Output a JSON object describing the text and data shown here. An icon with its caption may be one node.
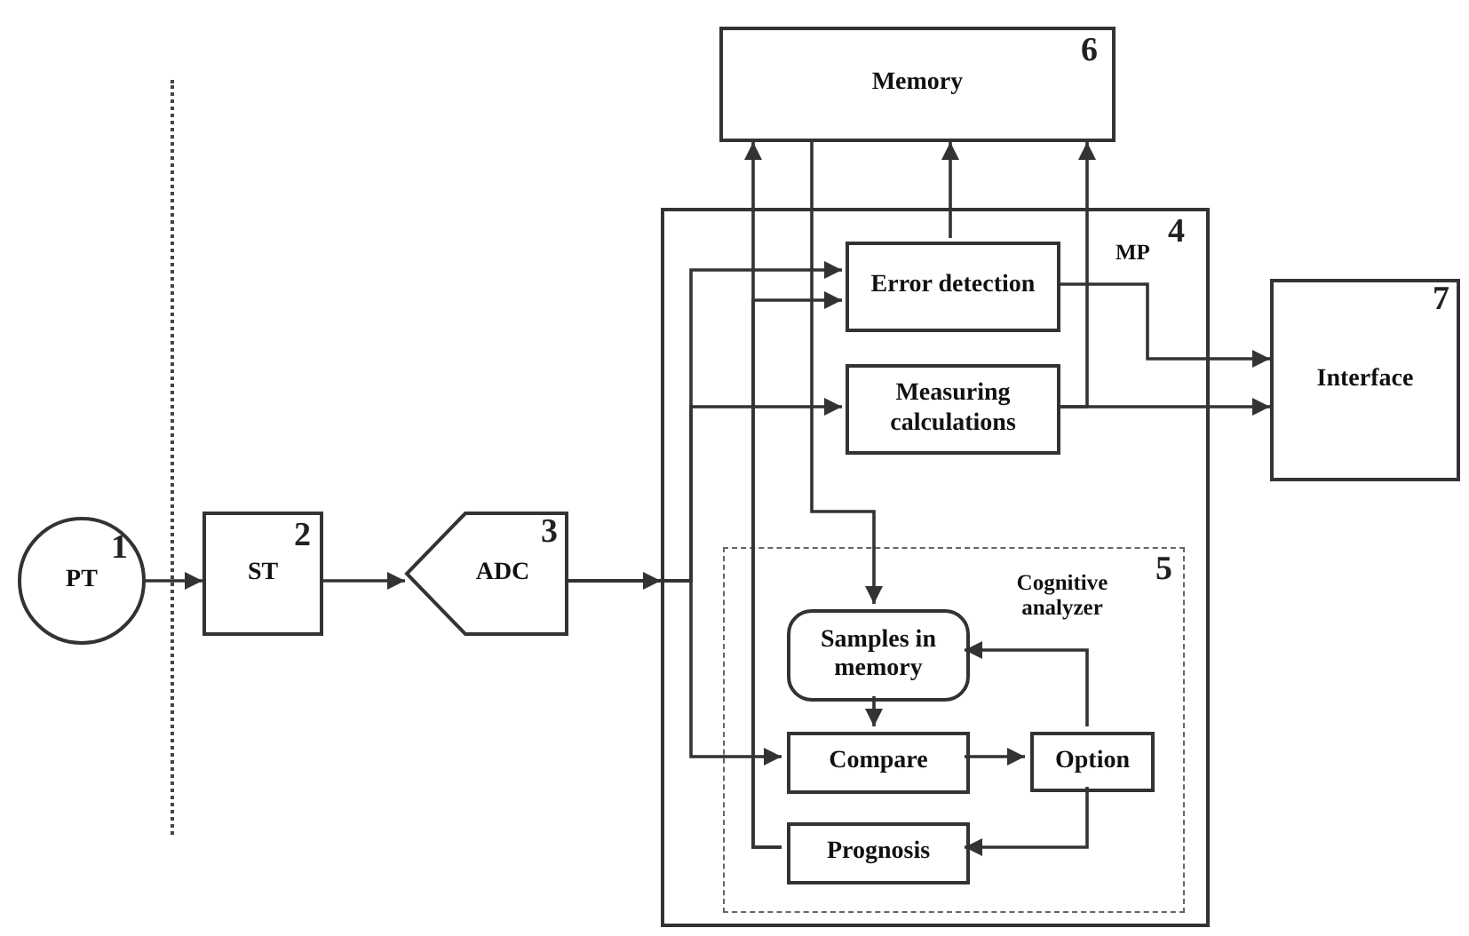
{
  "diagram": {
    "nodes": [
      {
        "text": [
          "PT",
          "1"
        ]
      },
      {
        "text": [
          "ST",
          "2"
        ]
      },
      {
        "text": [
          "ADC",
          "3"
        ]
      },
      {
        "text": [
          "Memory",
          "6"
        ]
      },
      {
        "text": [
          "MP",
          "4"
        ]
      },
      {
        "text": [
          "Error detection"
        ],
        "in": 4
      },
      {
        "text": [
          "Measuring calculations"
        ],
        "in": 4
      },
      {
        "text": [
          "Cognitive analyzer",
          "5"
        ],
        "in": 4
      },
      {
        "text": [
          "Samples in memory"
        ],
        "in": 7
      },
      {
        "text": [
          "Compare"
        ],
        "in": 7
      },
      {
        "text": [
          "Option"
        ],
        "in": 7
      },
      {
        "text": [
          "Prognosis"
        ],
        "in": 7
      },
      {
        "text": [
          "Interface",
          "7"
        ]
      }
    ],
    "edges": [
      {
        "from": 0,
        "to": 1,
        "arrow": "to"
      },
      {
        "from": 1,
        "to": 2,
        "arrow": "to"
      },
      {
        "from": 2,
        "to": 4,
        "arrow": "to"
      },
      {
        "from": 2,
        "to": 5,
        "arrow": "to"
      },
      {
        "from": 2,
        "to": 6,
        "arrow": "to"
      },
      {
        "from": 2,
        "to": 9,
        "arrow": "to"
      },
      {
        "from": 11,
        "to": 3,
        "arrow": "to"
      },
      {
        "from": 11,
        "to": 5,
        "arrow": "to"
      },
      {
        "from": 3,
        "to": 8,
        "arrow": "to"
      },
      {
        "from": 5,
        "to": 3,
        "arrow": "to"
      },
      {
        "from": 5,
        "to": 12,
        "arrow": "to"
      },
      {
        "from": 6,
        "to": 12,
        "arrow": "to"
      },
      {
        "from": 6,
        "to": 3,
        "arrow": "to"
      },
      {
        "from": 8,
        "to": 9,
        "arrow": "to"
      },
      {
        "from": 9,
        "to": 10,
        "arrow": "to"
      },
      {
        "from": 10,
        "to": 8,
        "arrow": "to"
      },
      {
        "from": 10,
        "to": 11,
        "arrow": "to"
      }
    ]
  }
}
